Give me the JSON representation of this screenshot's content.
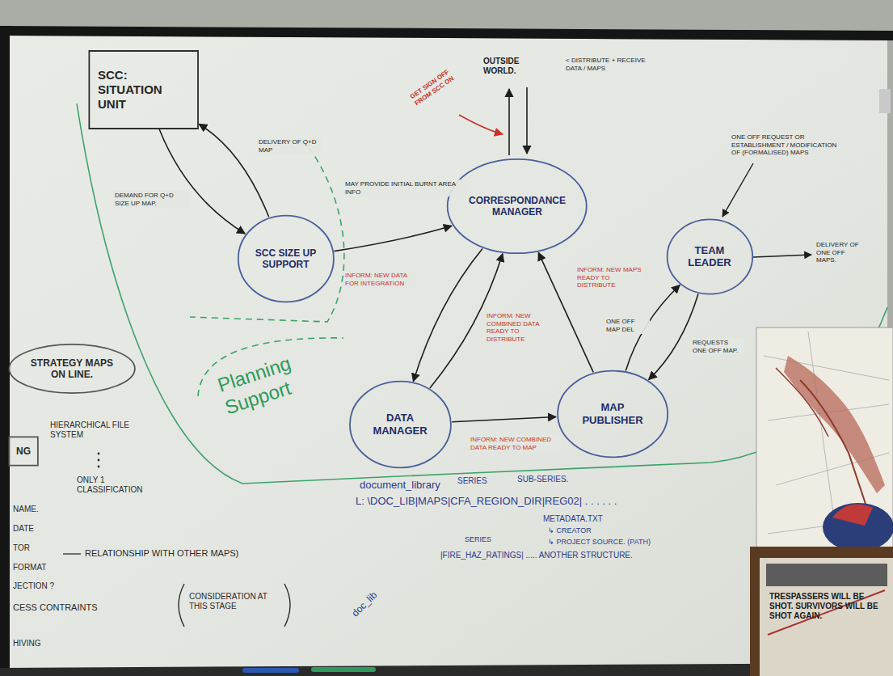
{
  "diagram": {
    "nodes": [
      {
        "text": [
          "SCC: SITUATION UNIT"
        ]
      },
      {
        "text": [
          "SCC SIZE UP SUPPORT"
        ]
      },
      {
        "text": [
          "CORRESPONDANCE MANAGER"
        ]
      },
      {
        "text": [
          "TEAM LEADER"
        ]
      },
      {
        "text": [
          "DATA MANAGER"
        ]
      },
      {
        "text": [
          "MAP PUBLISHER"
        ]
      },
      {
        "text": [
          "STRATEGY MAPS ON LINE."
        ]
      },
      {
        "text": [
          "NG"
        ]
      }
    ],
    "edges": [
      {
        "from": 0,
        "to": 1,
        "arrow": "to",
        "label": "DEMAND FOR Q+D SIZE UP MAP."
      },
      {
        "from": 1,
        "to": 0,
        "arrow": "to",
        "label": "DELIVERY OF Q+D MAP"
      },
      {
        "from": 1,
        "to": 2,
        "arrow": "to",
        "label": "MAY PROVIDE INITIAL BURNT AREA INFO"
      },
      {
        "from": 2,
        "to": 4,
        "arrow": "to",
        "label": "INFORM: NEW DATA FOR INTEGRATION"
      },
      {
        "from": 4,
        "to": 2,
        "arrow": "to",
        "label": "INFORM: NEW COMBINED DATA READY TO DISTRIBUTE"
      },
      {
        "from": 4,
        "to": 5,
        "arrow": "to",
        "label": "INFORM: NEW COMBINED DATA READY TO MAP"
      },
      {
        "from": 5,
        "to": 2,
        "arrow": "to",
        "label": "INFORM: NEW MAPS READY TO DISTRIBUTE"
      },
      {
        "from": 5,
        "to": 3,
        "arrow": "to",
        "label": "ONE OFF MAP DEL"
      },
      {
        "from": 3,
        "to": 5,
        "arrow": "to",
        "label": "REQUESTS ONE OFF MAP."
      }
    ],
    "labels": [
      "OUTSIDE WORLD.",
      "< DISTRIBUTE + RECEIVE DATA / MAPS",
      "GET SIGN OFF FROM SCC ON",
      "ONE OFF REQUEST OR ESTABLISHMENT / MODIFICATION OF (FORMALISED) MAPS",
      "DELIVERY OF ONE OFF MAPS.",
      "Planning Support",
      "HIERARCHICAL FILE SYSTEM",
      "ONLY 1 CLASSIFICATION",
      "NAME.",
      "DATE",
      "TOR",
      "FORMAT",
      "JECTION ?",
      "CESS CONTRAINTS",
      "HIVING",
      "RELATIONSHIP WITH OTHER MAPS)",
      "CONSIDERATION AT THIS STAGE",
      "document_library",
      "SERIES",
      "SUB-SERIES.",
      "L: \\DOC_LIB|MAPS|CFA_REGION_DIR|REG02| . . . . . .",
      "METADATA.TXT",
      "↳ CREATOR",
      "↳ PROJECT SOURCE. (PATH)",
      "SERIES",
      "|FIRE_HAZ_RATINGS| ..... ANOTHER STRUCTURE.",
      "doc_lib",
      "TRESPASSERS WILL BE SHOT. SURVIVORS WILL BE SHOT AGAIN."
    ]
  }
}
